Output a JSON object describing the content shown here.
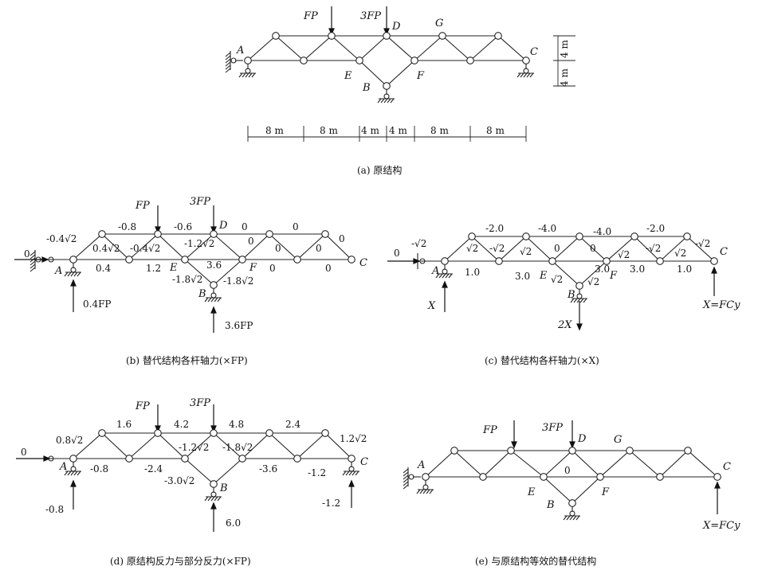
{
  "captions": {
    "a": "(a) 原结构",
    "b": "(b) 替代结构各杆轴力(×FP)",
    "c": "(c) 替代结构各杆轴力(×X)",
    "d": "(d) 原结构反力与部分反力(×FP)",
    "e": "(e) 与原结构等效的替代结构"
  },
  "a": {
    "loads": [
      "FP",
      "3FP"
    ],
    "nodes": {
      "A": "A",
      "B": "B",
      "C": "C",
      "D": "D",
      "E": "E",
      "F": "F",
      "G": "G"
    },
    "dims_bottom": [
      "8 m",
      "8 m",
      "4 m",
      "4 m",
      "8 m",
      "8 m"
    ],
    "dims_right": [
      "4 m",
      "4 m"
    ]
  },
  "b": {
    "loads": [
      "FP",
      "3FP"
    ],
    "reactions": [
      "0",
      "0.4FP",
      "3.6FP"
    ],
    "nodes": {
      "A": "A",
      "B": "B",
      "C": "C",
      "D": "D",
      "E": "E",
      "F": "F"
    },
    "forces": [
      "-0.4√2",
      "-0.8",
      "-0.6",
      "0",
      "0",
      "0.4√2",
      "-0.4√2",
      "-1.2√2",
      "0",
      "0",
      "0",
      "0",
      "0.4",
      "1.2",
      "3.6",
      "-1.8√2",
      "-1.8√2",
      "0",
      "0"
    ]
  },
  "c": {
    "reactions": [
      "0",
      "X",
      "2X",
      "X=FCy"
    ],
    "nodes": {
      "A": "A",
      "B": "B",
      "C": "C",
      "E": "E",
      "F": "F"
    },
    "forces": [
      "-√2",
      "-2.0",
      "-4.0",
      "-4.0",
      "-2.0",
      "-√2",
      "√2",
      "-√2",
      "√2",
      "0",
      "0",
      "√2",
      "-√2",
      "√2",
      "1.0",
      "3.0",
      "3.0",
      "3.0",
      "1.0",
      "√2",
      "√2"
    ]
  },
  "d": {
    "loads": [
      "FP",
      "3FP"
    ],
    "reactions": [
      "0",
      "-0.8",
      "6.0",
      "-1.2"
    ],
    "nodes": {
      "A": "A",
      "B": "B",
      "C": "C"
    },
    "forces": [
      "0.8√2",
      "1.6",
      "4.2",
      "4.8",
      "2.4",
      "1.2√2",
      "-1.2√2",
      "-1.8√2",
      "-0.8",
      "-2.4",
      "-3.0√2",
      "-3.6",
      "-1.2"
    ]
  },
  "e": {
    "loads": [
      "FP",
      "3FP"
    ],
    "reaction": "X=FCy",
    "member_force": "0",
    "nodes": {
      "A": "A",
      "B": "B",
      "C": "C",
      "D": "D",
      "E": "E",
      "F": "F",
      "G": "G"
    }
  }
}
